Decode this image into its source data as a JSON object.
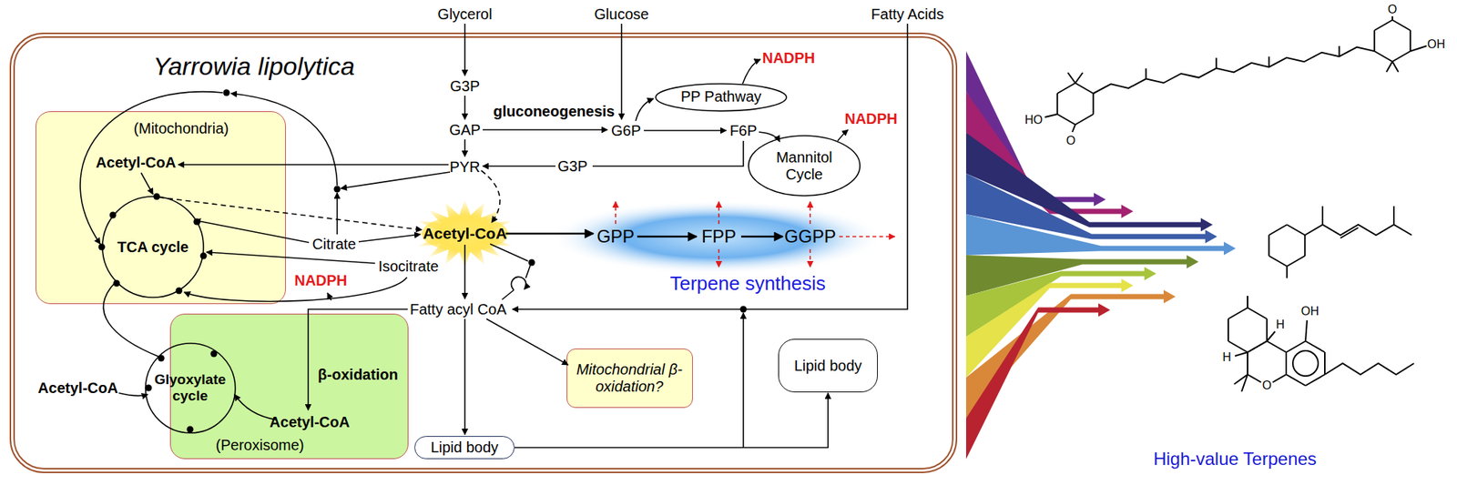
{
  "diagram": {
    "nodes": [
      {
        "text": [
          "Yarrowia lipolytica"
        ]
      },
      {
        "text": [
          "(Mitochondria)"
        ],
        "in": 0
      },
      {
        "text": [
          "TCA cycle"
        ],
        "in": 1
      },
      {
        "text": [
          "(Peroxisome)"
        ],
        "in": 0
      },
      {
        "text": [
          "Glyoxylate cycle"
        ],
        "in": 0
      },
      {
        "text": [
          "PP Pathway"
        ],
        "in": 0
      },
      {
        "text": [
          "Mannitol Cycle"
        ],
        "in": 0
      },
      {
        "text": [
          "Mitochondrial β-oxidation?"
        ],
        "in": 0
      },
      {
        "text": [
          "Lipid body"
        ],
        "in": 0
      },
      {
        "text": [
          "Lipid body"
        ],
        "in": 0
      }
    ],
    "edges": [
      {
        "from": 8,
        "to": 9,
        "arrow": "to"
      }
    ],
    "labels": [
      "Glycerol",
      "Glucose",
      "Fatty Acids",
      "G3P",
      "GAP",
      "gluconeogenesis",
      "G6P",
      "NADPH",
      "F6P",
      "NADPH",
      "Acetyl-CoA",
      "PYR",
      "G3P",
      "Citrate",
      "Acetyl-CoA",
      "GPP",
      "FPP",
      "GGPP",
      "Isocitrate",
      "NADPH",
      "Terpene synthesis",
      "Fatty acyl CoA",
      "β-oxidation",
      "Acetyl-CoA",
      "Acetyl-CoA",
      "High-value Terpenes",
      "HO",
      "O",
      "O",
      "OH",
      "OH",
      "H",
      "H",
      "O"
    ]
  }
}
